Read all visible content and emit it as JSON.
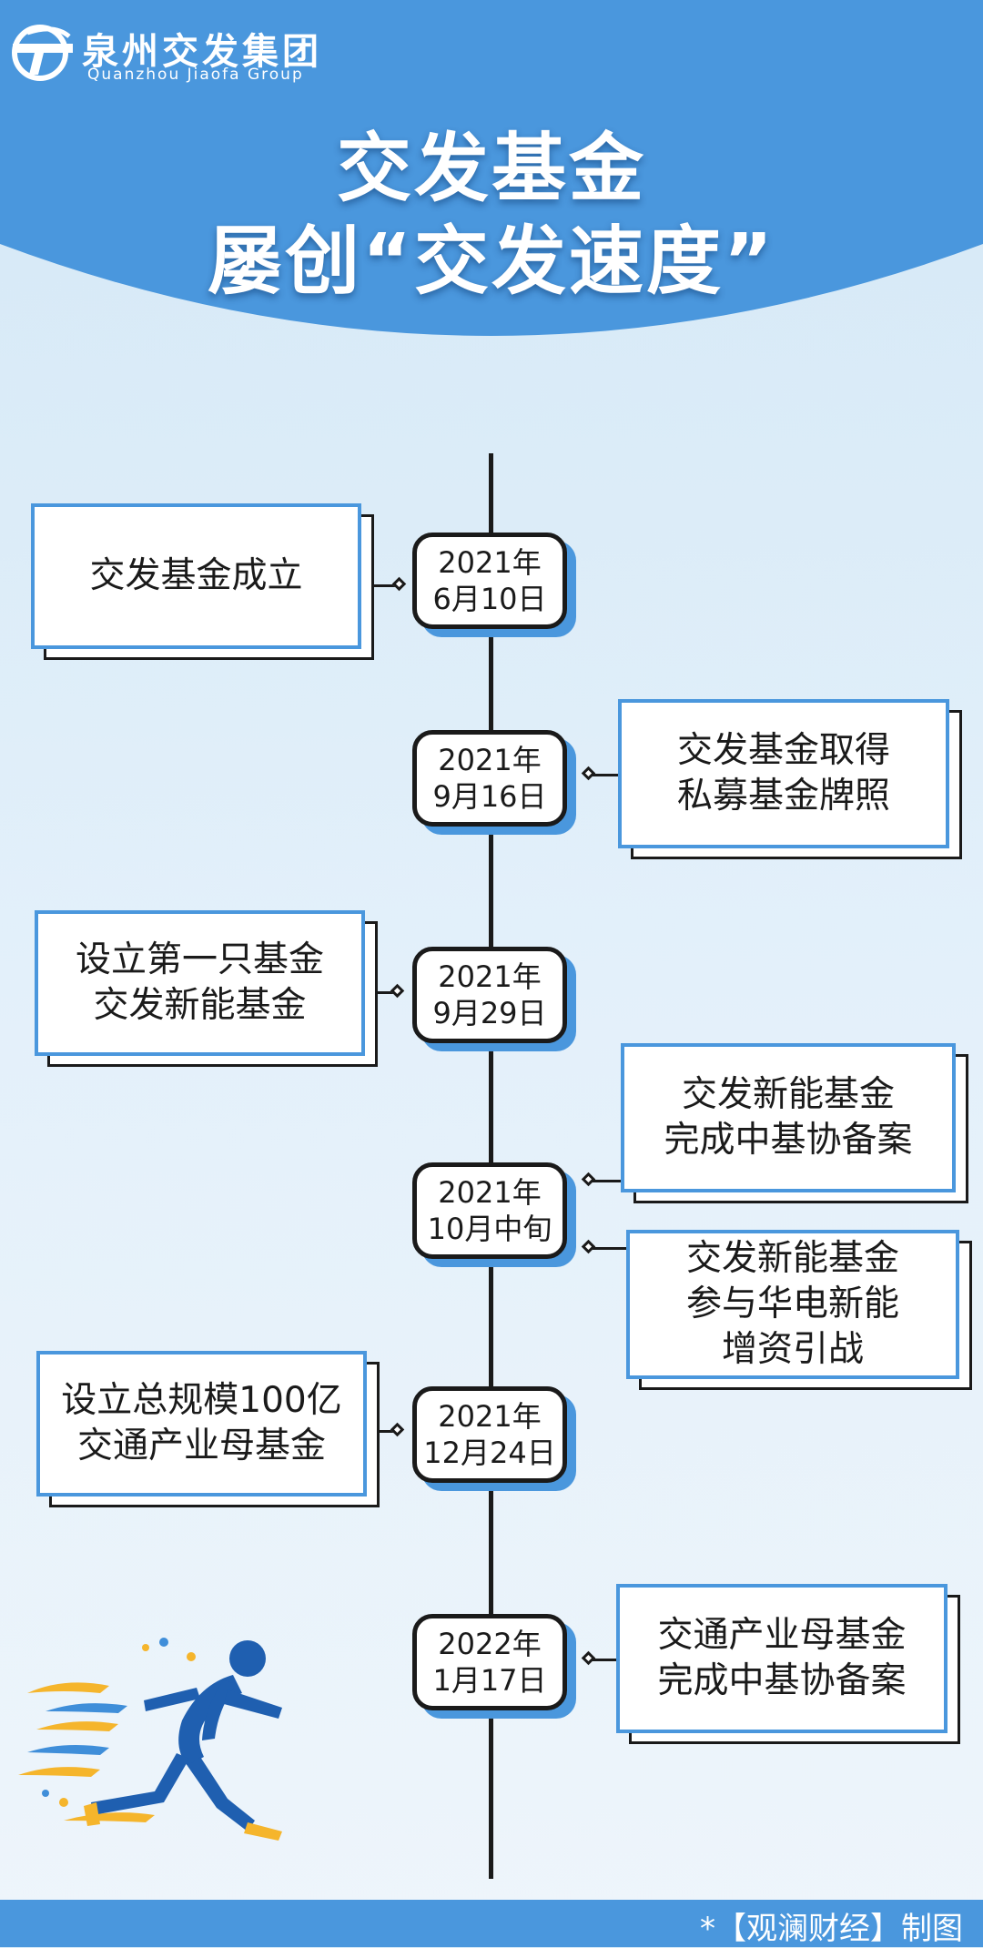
{
  "header": {
    "logo_cn": "泉州交发集团",
    "logo_en": "Quanzhou Jiaofa Group",
    "title_line1": "交发基金",
    "title_line2": "屡创“交发速度”"
  },
  "colors": {
    "primary_blue": "#4a97dd",
    "line_black": "#1a1a1a",
    "background_light": "#dcecf8"
  },
  "timeline": [
    {
      "date_year": "2021年",
      "date_day": "6月10日",
      "side": "left",
      "events": [
        {
          "lines": [
            "交发基金成立"
          ]
        }
      ]
    },
    {
      "date_year": "2021年",
      "date_day": "9月16日",
      "side": "right",
      "events": [
        {
          "lines": [
            "交发基金取得",
            "私募基金牌照"
          ]
        }
      ]
    },
    {
      "date_year": "2021年",
      "date_day": "9月29日",
      "side": "left",
      "events": [
        {
          "lines": [
            "设立第一只基金",
            "交发新能基金"
          ]
        }
      ]
    },
    {
      "date_year": "2021年",
      "date_day": "10月中旬",
      "side": "right",
      "events": [
        {
          "lines": [
            "交发新能基金",
            "完成中基协备案"
          ]
        },
        {
          "lines": [
            "交发新能基金",
            "参与华电新能",
            "增资引战"
          ]
        }
      ]
    },
    {
      "date_year": "2021年",
      "date_day": "12月24日",
      "side": "left",
      "events": [
        {
          "lines": [
            "设立总规模100亿",
            "交通产业母基金"
          ]
        }
      ]
    },
    {
      "date_year": "2022年",
      "date_day": "1月17日",
      "side": "right",
      "events": [
        {
          "lines": [
            "交通产业母基金",
            "完成中基协备案"
          ]
        }
      ]
    }
  ],
  "icons": {
    "logo": "jiaofa-logo-icon",
    "runner": "running-athlete-icon"
  },
  "footer": {
    "credit": "*【观澜财经】制图"
  }
}
